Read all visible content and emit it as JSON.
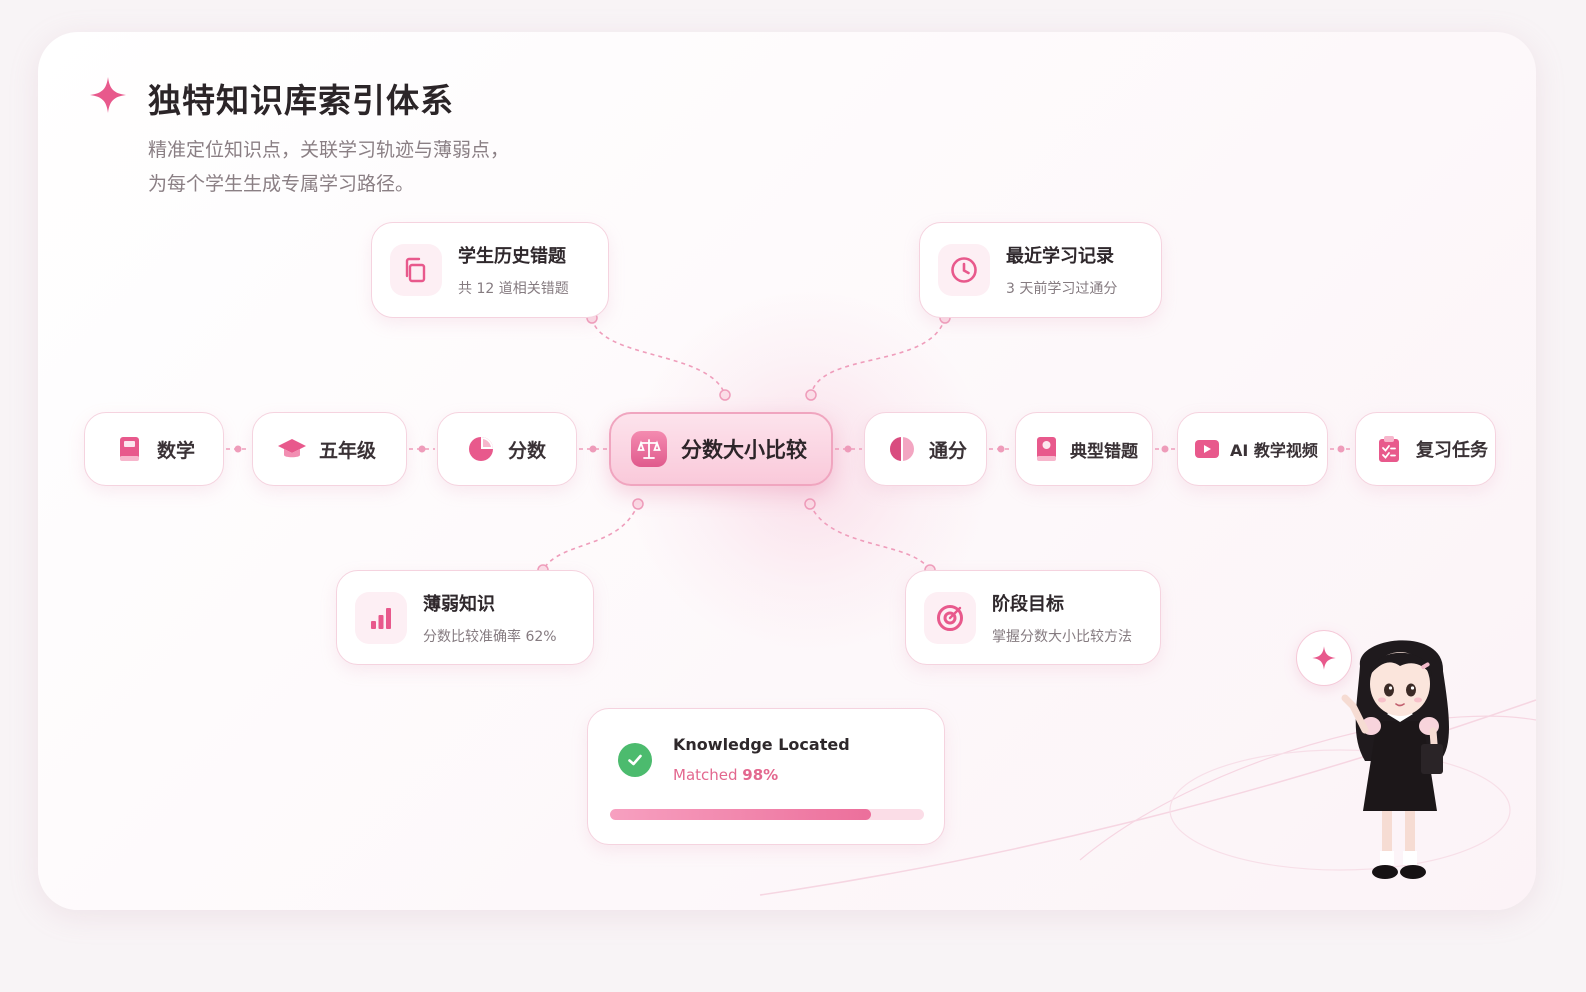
{
  "header": {
    "title": "独特知识库索引体系",
    "subtitle_line1": "精准定位知识点，关联学习轨迹与薄弱点，",
    "subtitle_line2": "为每个学生生成专属学习路径。"
  },
  "center_node": {
    "label": "分数大小比较",
    "icon": "scale-icon"
  },
  "left_path": [
    {
      "label": "数学",
      "icon": "book-icon"
    },
    {
      "label": "五年级",
      "icon": "graduation-cap-icon"
    },
    {
      "label": "分数",
      "icon": "pie-chart-icon"
    }
  ],
  "right_path": [
    {
      "label": "通分",
      "icon": "half-circle-icon"
    },
    {
      "label": "典型错题",
      "icon": "notebook-icon"
    },
    {
      "label": "AI 教学视频",
      "icon": "play-video-icon"
    },
    {
      "label": "复习任务",
      "icon": "checklist-icon"
    }
  ],
  "info_cards": {
    "mistakes": {
      "title": "学生历史错题",
      "detail": "共 12 道相关错题",
      "icon": "copy-icon"
    },
    "recent": {
      "title": "最近学习记录",
      "detail": "3 天前学习过通分",
      "icon": "clock-icon"
    },
    "weak": {
      "title": "薄弱知识",
      "detail": "分数比较准确率 62%",
      "icon": "bar-chart-icon"
    },
    "goal": {
      "title": "阶段目标",
      "detail": "掌握分数大小比较方法",
      "icon": "target-icon"
    }
  },
  "status": {
    "title": "Knowledge Located",
    "prefix": "Matched ",
    "percent_text": "98%",
    "progress": 0.83
  },
  "colors": {
    "accent": "#e8598c",
    "accent_light": "#fbdde7",
    "success": "#4cbb6e",
    "text": "#2b2528"
  }
}
